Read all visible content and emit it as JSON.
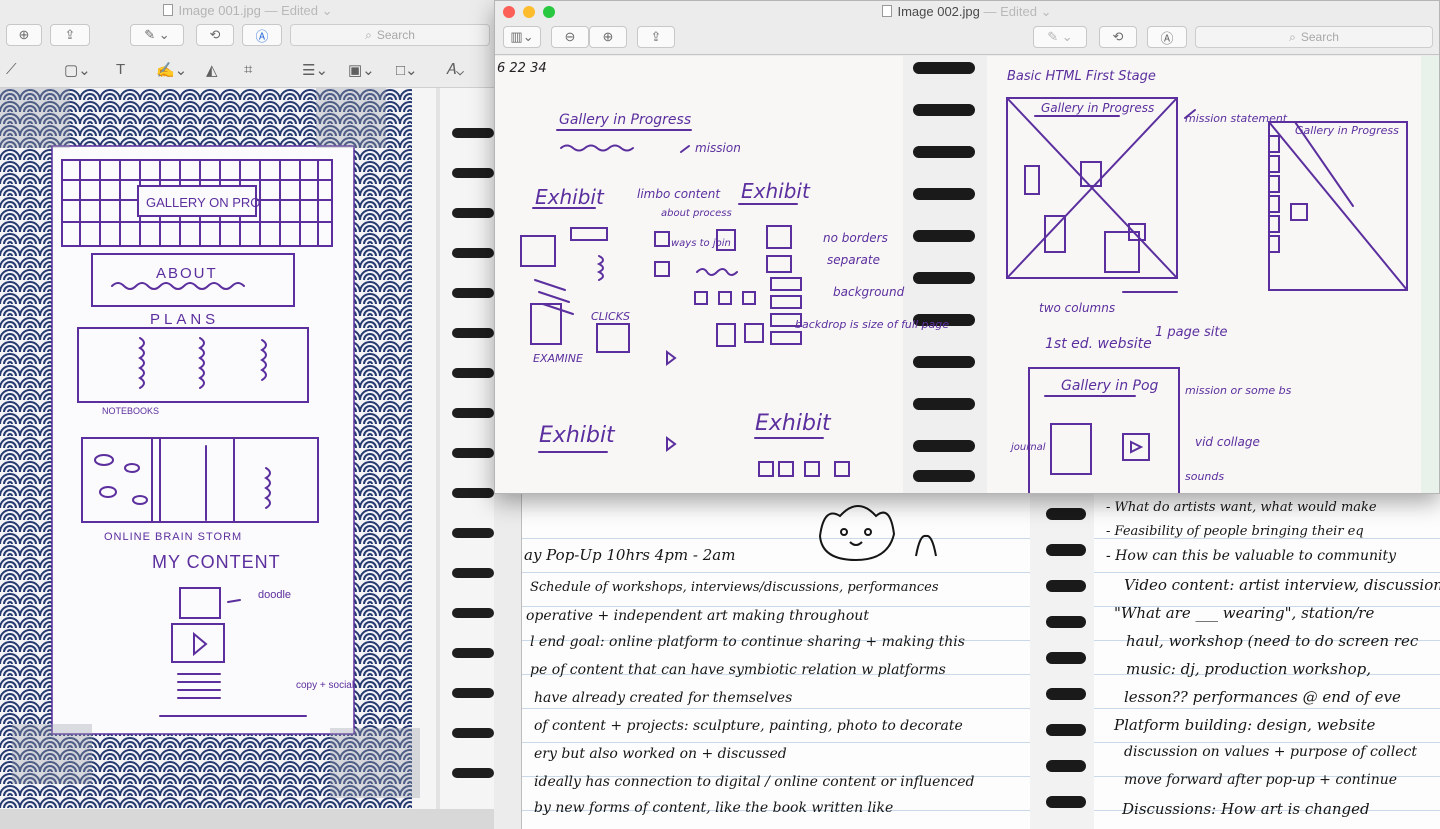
{
  "back_window": {
    "title": "Image 001.jpg",
    "edited": "— Edited",
    "search_placeholder": "Search",
    "sketch": {
      "header": "GALLERY ON PRO",
      "about": "ABOUT",
      "plans": "PLANS",
      "notebooks": "NOTEBOOKS",
      "brainstorm": "ONLINE BRAIN STORM",
      "my_content": "MY CONTENT",
      "doodle": "doodle",
      "copy_social": "copy + social"
    }
  },
  "front_window": {
    "title": "Image 002.jpg",
    "edited": "— Edited",
    "search_placeholder": "Search",
    "sketch": {
      "date": "6 22 34",
      "gallery_in_progress": "Gallery in Progress",
      "mission": "mission",
      "exhibit_1": "Exhibit",
      "limbo": "limbo content",
      "about_process": "about process",
      "ways_to_join": "ways to join",
      "exhibit_2": "Exhibit",
      "no_borders": "no borders",
      "separate": "separate",
      "background": "background",
      "backdrop": "backdrop is size of full page",
      "examine": "EXAMINE",
      "clicks": "CLICKS",
      "exhibit_3": "Exhibit",
      "exhibit_4": "Exhibit",
      "basic_html": "Basic HTML First Stage",
      "mission_statement": "mission statement",
      "gallery_in_progress_2": "Gallery in Progress",
      "gallery_in_progress_3": "Gallery in Progress",
      "two_columns": "two columns",
      "first_website": "1st ed. website",
      "one_page_site": "1 page site",
      "gallery_in_pog": "Gallery in Pog",
      "mission_bs": "mission or some bs",
      "vid_collage": "vid collage",
      "journal": "journal",
      "sounds": "sounds"
    }
  },
  "notebook": {
    "left_lines": [
      "ay Pop-Up    10hrs    4pm - 2am",
      "Schedule of workshops, interviews/discussions, performances",
      "operative + independent art making throughout",
      "l end goal: online platform to continue sharing + making this",
      "pe of content that can have symbiotic relation w platforms",
      "have already created for themselves",
      "of content + projects: sculpture, painting, photo to decorate",
      "ery but also worked on + discussed",
      "ideally has connection to digital / online content or influenced",
      "by new forms of content, like the book written like"
    ],
    "right_lines": [
      "- What do artists want, what would make",
      "- Feasibility of people bringing their eq",
      "- How can this be valuable to community",
      "Video content: artist interview, discussion",
      "\"What are ___ wearing\", station/re",
      "haul, workshop (need to do screen rec",
      "music: dj, production workshop,",
      "lesson?? performances @ end of eve",
      "Platform building: design, website",
      "discussion on values + purpose of collect",
      "move forward after pop-up + continue",
      "Discussions: How art is changed"
    ]
  },
  "colors": {
    "ink_purple": "#5b2f9e",
    "ink_black": "#161616",
    "tape_navy": "#263a72",
    "close_red": "#fc5f57",
    "minimize_yellow": "#fdbc2e",
    "zoom_green": "#28c840"
  }
}
